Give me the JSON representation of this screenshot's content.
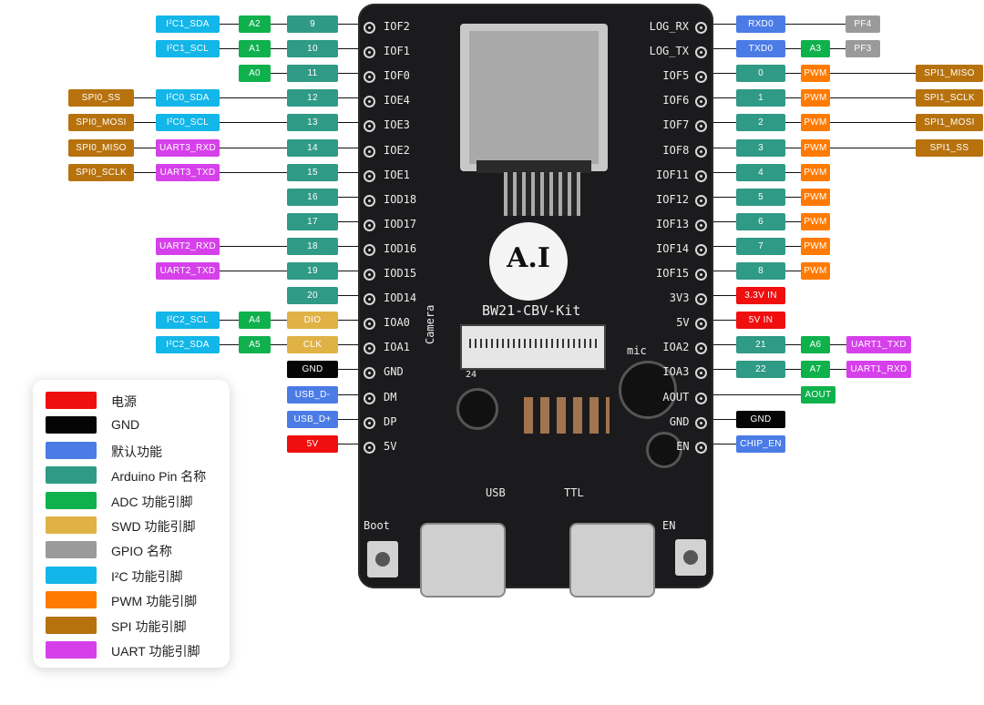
{
  "colors": {
    "power": "#f00f0f",
    "gnd": "#050505",
    "default": "#4b7ce6",
    "arduino": "#2f9a85",
    "adc": "#0fb14c",
    "swd": "#e0b246",
    "gpio": "#9a9a9a",
    "i2c": "#13b6e8",
    "pwm": "#ff7a00",
    "spi": "#b7720e",
    "uart": "#d640ea"
  },
  "board": {
    "model": "BW21-CBV-Kit",
    "logo": "A.I",
    "silk_left": [
      "IOF2",
      "IOF1",
      "IOF0",
      "IOE4",
      "IOE3",
      "IOE2",
      "IOE1",
      "IOD18",
      "IOD17",
      "IOD16",
      "IOD15",
      "IOD14",
      "IOA0",
      "IOA1",
      "GND",
      "DM",
      "DP",
      "5V"
    ],
    "silk_right": [
      "LOG_RX",
      "LOG_TX",
      "IOF5",
      "IOF6",
      "IOF7",
      "IOF8",
      "IOF11",
      "IOF12",
      "IOF13",
      "IOF14",
      "IOF15",
      "3V3",
      "5V",
      "IOA2",
      "IOA3",
      "AOUT",
      "GND",
      "EN"
    ],
    "silk_misc": [
      "Camera",
      "mic",
      "USB",
      "TTL",
      "Boot",
      "EN",
      "24"
    ]
  },
  "left_rows": [
    {
      "cells": [
        {
          "t": "I²C1_SDA",
          "c": "i2c"
        },
        {
          "t": "A2",
          "c": "adc"
        },
        {
          "t": "9",
          "c": "arduino"
        }
      ]
    },
    {
      "cells": [
        {
          "t": "I²C1_SCL",
          "c": "i2c"
        },
        {
          "t": "A1",
          "c": "adc"
        },
        {
          "t": "10",
          "c": "arduino"
        }
      ]
    },
    {
      "cells": [
        {
          "t": "A0",
          "c": "adc"
        },
        {
          "t": "11",
          "c": "arduino"
        }
      ]
    },
    {
      "cells": [
        {
          "t": "SPI0_SS",
          "c": "spi"
        },
        {
          "t": "I²C0_SDA",
          "c": "i2c"
        },
        {
          "t": "12",
          "c": "arduino"
        }
      ]
    },
    {
      "cells": [
        {
          "t": "SPI0_MOSI",
          "c": "spi"
        },
        {
          "t": "I²C0_SCL",
          "c": "i2c"
        },
        {
          "t": "13",
          "c": "arduino"
        }
      ]
    },
    {
      "cells": [
        {
          "t": "SPI0_MISO",
          "c": "spi"
        },
        {
          "t": "UART3_RXD",
          "c": "uart"
        },
        {
          "t": "14",
          "c": "arduino"
        }
      ]
    },
    {
      "cells": [
        {
          "t": "SPI0_SCLK",
          "c": "spi"
        },
        {
          "t": "UART3_TXD",
          "c": "uart"
        },
        {
          "t": "15",
          "c": "arduino"
        }
      ]
    },
    {
      "cells": [
        {
          "t": "16",
          "c": "arduino"
        }
      ]
    },
    {
      "cells": [
        {
          "t": "17",
          "c": "arduino"
        }
      ]
    },
    {
      "cells": [
        {
          "t": "UART2_RXD",
          "c": "uart"
        },
        {
          "t": "18",
          "c": "arduino"
        }
      ]
    },
    {
      "cells": [
        {
          "t": "UART2_TXD",
          "c": "uart"
        },
        {
          "t": "19",
          "c": "arduino"
        }
      ]
    },
    {
      "cells": [
        {
          "t": "20",
          "c": "arduino"
        }
      ]
    },
    {
      "cells": [
        {
          "t": "I²C2_SCL",
          "c": "i2c"
        },
        {
          "t": "A4",
          "c": "adc"
        },
        {
          "t": "DIO",
          "c": "swd"
        }
      ]
    },
    {
      "cells": [
        {
          "t": "I²C2_SDA",
          "c": "i2c"
        },
        {
          "t": "A5",
          "c": "adc"
        },
        {
          "t": "CLK",
          "c": "swd"
        }
      ]
    },
    {
      "cells": [
        {
          "t": "GND",
          "c": "gnd"
        }
      ]
    },
    {
      "cells": [
        {
          "t": "USB_D-",
          "c": "default"
        }
      ]
    },
    {
      "cells": [
        {
          "t": "USB_D+",
          "c": "default"
        }
      ]
    },
    {
      "cells": [
        {
          "t": "5V",
          "c": "power"
        }
      ]
    }
  ],
  "right_rows": [
    {
      "cells": [
        {
          "t": "RXD0",
          "c": "default"
        },
        null,
        {
          "t": "PF4",
          "c": "gpio"
        }
      ]
    },
    {
      "cells": [
        {
          "t": "TXD0",
          "c": "default"
        },
        {
          "t": "A3",
          "c": "adc"
        },
        {
          "t": "PF3",
          "c": "gpio"
        }
      ]
    },
    {
      "cells": [
        {
          "t": "0",
          "c": "arduino"
        },
        {
          "t": "PWM",
          "c": "pwm"
        },
        {
          "t": "SPI1_MISO",
          "c": "spi"
        }
      ]
    },
    {
      "cells": [
        {
          "t": "1",
          "c": "arduino"
        },
        {
          "t": "PWM",
          "c": "pwm"
        },
        {
          "t": "SPI1_SCLK",
          "c": "spi"
        }
      ]
    },
    {
      "cells": [
        {
          "t": "2",
          "c": "arduino"
        },
        {
          "t": "PWM",
          "c": "pwm"
        },
        {
          "t": "SPI1_MOSI",
          "c": "spi"
        }
      ]
    },
    {
      "cells": [
        {
          "t": "3",
          "c": "arduino"
        },
        {
          "t": "PWM",
          "c": "pwm"
        },
        {
          "t": "SPI1_SS",
          "c": "spi"
        }
      ]
    },
    {
      "cells": [
        {
          "t": "4",
          "c": "arduino"
        },
        {
          "t": "PWM",
          "c": "pwm"
        }
      ]
    },
    {
      "cells": [
        {
          "t": "5",
          "c": "arduino"
        },
        {
          "t": "PWM",
          "c": "pwm"
        }
      ]
    },
    {
      "cells": [
        {
          "t": "6",
          "c": "arduino"
        },
        {
          "t": "PWM",
          "c": "pwm"
        }
      ]
    },
    {
      "cells": [
        {
          "t": "7",
          "c": "arduino"
        },
        {
          "t": "PWM",
          "c": "pwm"
        }
      ]
    },
    {
      "cells": [
        {
          "t": "8",
          "c": "arduino"
        },
        {
          "t": "PWM",
          "c": "pwm"
        }
      ]
    },
    {
      "cells": [
        {
          "t": "3.3V IN",
          "c": "power"
        }
      ]
    },
    {
      "cells": [
        {
          "t": "5V IN",
          "c": "power"
        }
      ]
    },
    {
      "cells": [
        {
          "t": "21",
          "c": "arduino"
        },
        {
          "t": "A6",
          "c": "adc"
        },
        {
          "t": "UART1_TXD",
          "c": "uart"
        }
      ]
    },
    {
      "cells": [
        {
          "t": "22",
          "c": "arduino"
        },
        {
          "t": "A7",
          "c": "adc"
        },
        {
          "t": "UART1_RXD",
          "c": "uart"
        }
      ]
    },
    {
      "cells": [
        null,
        {
          "t": "AOUT",
          "c": "adc"
        }
      ]
    },
    {
      "cells": [
        null,
        {
          "t": "GND",
          "c": "gnd"
        }
      ]
    },
    {
      "cells": [
        {
          "t": "CHIP_EN",
          "c": "default"
        }
      ]
    }
  ],
  "legend": [
    {
      "label": "电源",
      "c": "power"
    },
    {
      "label": "GND",
      "c": "gnd"
    },
    {
      "label": "默认功能",
      "c": "default"
    },
    {
      "label": "Arduino Pin 名称",
      "c": "arduino"
    },
    {
      "label": "ADC 功能引脚",
      "c": "adc"
    },
    {
      "label": "SWD 功能引脚",
      "c": "swd"
    },
    {
      "label": "GPIO 名称",
      "c": "gpio"
    },
    {
      "label": "I²C 功能引脚",
      "c": "i2c"
    },
    {
      "label": "PWM 功能引脚",
      "c": "pwm"
    },
    {
      "label": "SPI 功能引脚",
      "c": "spi"
    },
    {
      "label": "UART 功能引脚",
      "c": "uart"
    }
  ]
}
